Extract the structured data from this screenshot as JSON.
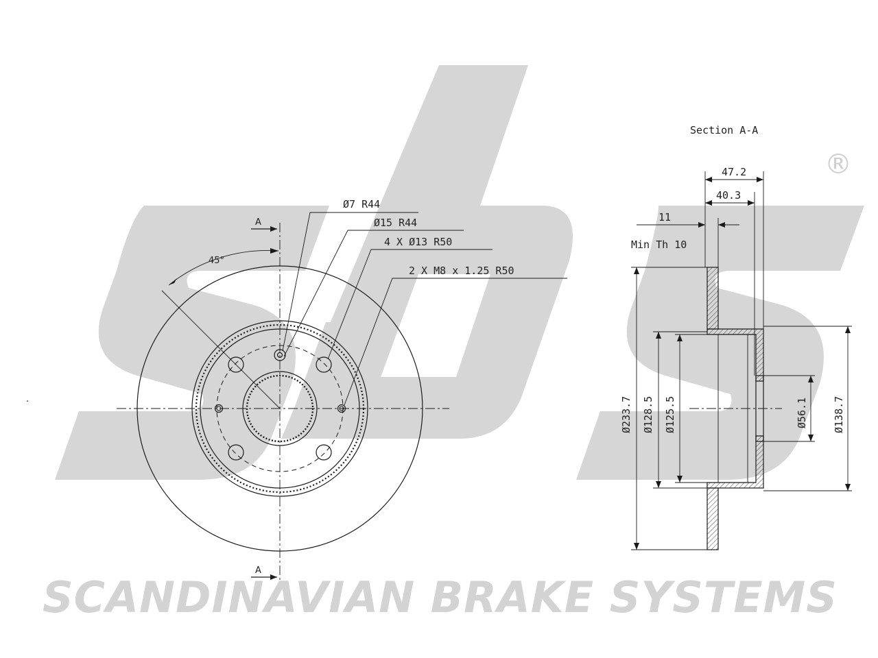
{
  "watermark": {
    "logo": "sbs",
    "registered_mark": "®",
    "company": "SCANDINAVIAN BRAKE SYSTEMS"
  },
  "front_view": {
    "section_marker_top": "A",
    "section_marker_bottom": "A",
    "angle": "45°",
    "callouts": [
      "Ø7  R44",
      "Ø15   R44",
      "4 X Ø13   R50",
      "2 X M8 x 1.25   R50"
    ]
  },
  "section_view": {
    "title": "Section A-A",
    "dim_total_height": "47.2",
    "dim_hat_height": "40.3",
    "dim_thickness": "11",
    "min_thickness": "Min Th 10",
    "dia_outer": "Ø233.7",
    "dia_1285": "Ø128.5",
    "dia_1255": "Ø125.5",
    "dia_center": "Ø56.1",
    "dia_1387": "Ø138.7"
  }
}
